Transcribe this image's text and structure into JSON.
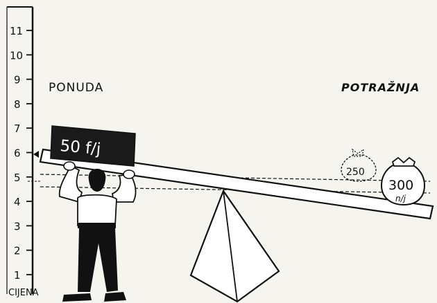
{
  "scale": {
    "title": "CIJENA",
    "ticks": [
      "1",
      "2",
      "3",
      "4",
      "5",
      "6",
      "7",
      "8",
      "9",
      "10",
      "11"
    ]
  },
  "labels": {
    "supply": "PONUDA",
    "demand": "POTRAŽNJA"
  },
  "supply_box": {
    "text": "50 f/j"
  },
  "demand_bags": {
    "current": {
      "value": "300",
      "unit": "n/j"
    },
    "previous": {
      "value": "250"
    }
  },
  "markers": {
    "current_price": 6,
    "previous_price": 5
  },
  "colors": {
    "ink": "#111111",
    "paper": "#f6f4ef",
    "box_fill": "#1a1a1a",
    "box_text": "#ffffff"
  }
}
